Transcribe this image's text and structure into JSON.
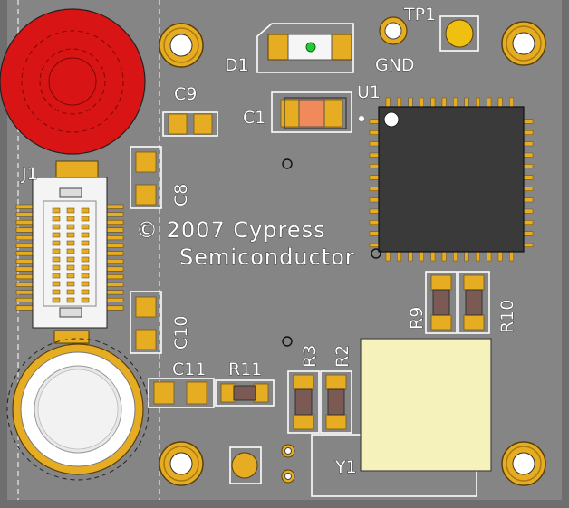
{
  "colors": {
    "board": "#858585",
    "board_edge": "#6e6e6e",
    "silkscreen": "#ffffff",
    "pad_gold": "#e6ac22",
    "button_red": "#d81414",
    "led_green": "#22cc33",
    "resistor_brown": "#7a5a52",
    "capacitor_orange": "#f08a5a",
    "chip_body": "#3a3a3a",
    "crystal_body": "#f6f2bc"
  },
  "labels": {
    "d1": "D1",
    "gnd": "GND",
    "tp1": "TP1",
    "u1": "U1",
    "c1": "C1",
    "c9": "C9",
    "c8": "C8",
    "c10": "C10",
    "c11": "C11",
    "r11": "R11",
    "r3": "R3",
    "r2": "R2",
    "r9": "R9",
    "r10": "R10",
    "j1": "J1",
    "y1": "Y1",
    "copyright_line1": "© 2007 Cypress",
    "copyright_line2": "Semiconductor"
  },
  "icons": {
    "mounting_hole": "mounting-hole-icon",
    "push_button": "push-button-icon",
    "battery": "coin-cell-icon",
    "led": "led-icon",
    "chip": "qfn-chip-icon"
  }
}
